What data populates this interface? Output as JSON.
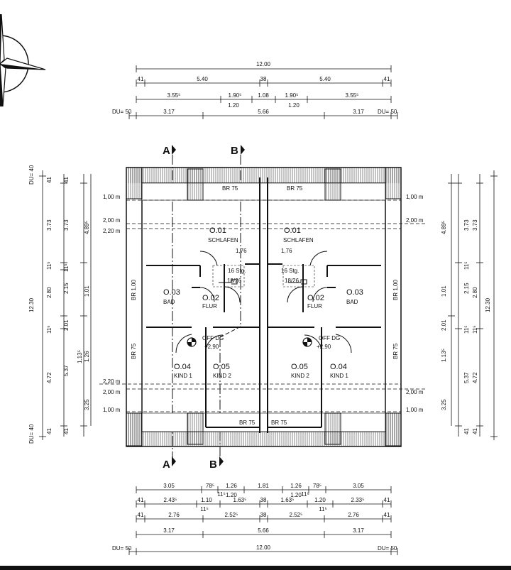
{
  "plan": {
    "section_a": "A",
    "section_b": "B"
  },
  "top_dims": {
    "r1": [
      "12.00"
    ],
    "r2": [
      "41",
      "5.40",
      "38",
      "5.40",
      "41"
    ],
    "r3": [
      "3.55⁵",
      "1.90⁵",
      "1.08",
      "1.90⁵",
      "3.55⁵"
    ],
    "r3b": [
      "1.20",
      "1.20"
    ],
    "r4": [
      "DU= 50",
      "3.17",
      "5.66",
      "3.17",
      "DU= 50"
    ]
  },
  "bottom_dims": {
    "r1": [
      "3.05",
      "78⁵",
      "1.26",
      "1.81",
      "1.26",
      "78⁵",
      "3.05"
    ],
    "r1b": [
      "1.20",
      "1.20"
    ],
    "r2": [
      "41",
      "2.43⁵",
      "1.10",
      "11⁵",
      "1.63⁵",
      "38",
      "1.63⁵",
      "11⁵",
      "1.20",
      "2.33⁵",
      "41"
    ],
    "r3": [
      "41",
      "2.76",
      "11⁵",
      "2.52⁵",
      "38",
      "2.52⁵",
      "11⁵",
      "2.76",
      "41"
    ],
    "r4": [
      "3.17",
      "5.66",
      "3.17"
    ],
    "r5": [
      "DU= 50",
      "12.00",
      "DU= 50"
    ]
  },
  "left_dims": {
    "c1": [
      "DU= 40",
      "12.30",
      "DU= 40"
    ],
    "c2": [
      "41",
      "3.73",
      "11⁵",
      "2.80",
      "11⁵",
      "4.72",
      "41"
    ],
    "c3": [
      "41",
      "3.73",
      "11⁵",
      "2.15",
      "2.01",
      "5.37",
      "41"
    ],
    "c4": [
      "4.89⁵",
      "1.01",
      "1.26",
      "1.13⁵",
      "3.25"
    ]
  },
  "right_dims": {
    "c1": [
      "4.89⁵",
      "1.01",
      "2.01",
      "1.13⁵",
      "3.25"
    ],
    "c2": [
      "3.73",
      "11⁵",
      "2.15",
      "11⁵",
      "5.37",
      "41"
    ],
    "c3": [
      "3.73",
      "2.80",
      "11⁵",
      "4.72",
      "41"
    ],
    "c4": [
      "12.30"
    ]
  },
  "heights": {
    "h100": "1,00 m",
    "h200": "2,00 m",
    "h220": "2,20 m"
  },
  "rooms": {
    "left": {
      "schlafen_no": "O.01",
      "schlafen": "SCHLAFEN",
      "bad_no": "O.03",
      "bad": "BAD",
      "flur_no": "O.02",
      "flur": "FLUR",
      "kind1_no": "O.04",
      "kind1": "KIND  1",
      "kind2_no": "O.05",
      "kind2": "KIND  2"
    },
    "right": {
      "schlafen_no": "O.01",
      "schlafen": "SCHLAFEN",
      "bad_no": "O.03",
      "bad": "BAD",
      "flur_no": "O.02",
      "flur": "FLUR",
      "kind1_no": "O.04",
      "kind1": "KIND  1",
      "kind2_no": "O.05",
      "kind2": "KIND  2"
    }
  },
  "labels": {
    "br75": "BR 75",
    "br100": "BR 1,00",
    "stairs": "16 Stg.",
    "stairs_ratio": "18/26",
    "width176": "1,76",
    "off_dg": "OFF DG",
    "level": "+2,90"
  }
}
